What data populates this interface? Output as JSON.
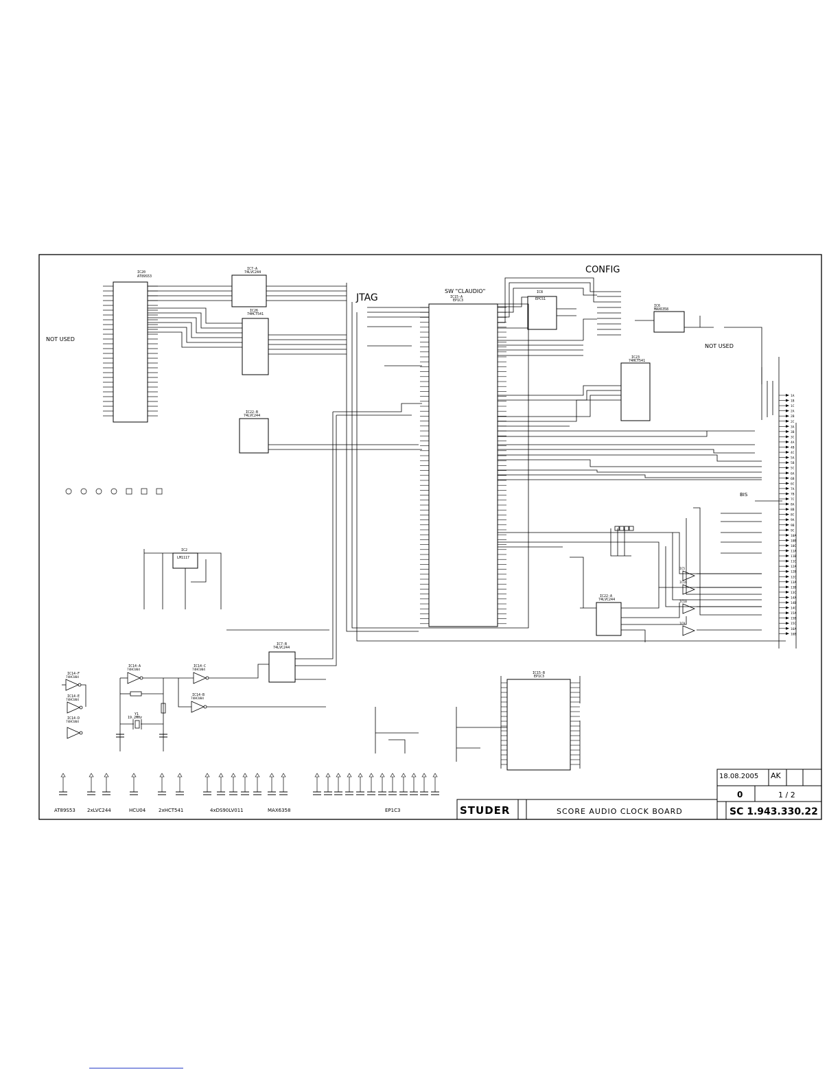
{
  "headings": {
    "config": "CONFIG",
    "jtag": "JTAG",
    "sw": "SW \"CLAUDIO\"",
    "not_used_1": "NOT USED",
    "not_used_2": "NOT USED",
    "bis": "BIS"
  },
  "components": {
    "ic20": {
      "ref": "IC20",
      "part": "AT89S53"
    },
    "ic7a": {
      "ref": "IC7-A",
      "part": "74LVC244"
    },
    "ic26": {
      "ref": "IC26",
      "part": "74HCT541"
    },
    "ic22b": {
      "ref": "IC22-B",
      "part": "74LVC244"
    },
    "ic15a": {
      "ref": "IC15-A",
      "part": "EP1C3"
    },
    "ic8": {
      "ref": "IC8",
      "part": "EPCS1"
    },
    "ic23": {
      "ref": "IC23",
      "part": "74HCT541"
    },
    "ic2": {
      "ref": "IC2",
      "part": "LM1117"
    },
    "ic7b": {
      "ref": "IC7-B",
      "part": "74LVC244"
    },
    "ic22a": {
      "ref": "IC22-A",
      "part": "74LVC244"
    },
    "ic15b": {
      "ref": "IC15-B",
      "part": "EP1C3"
    },
    "ic6": {
      "ref": "IC6",
      "part": "MAX6358"
    },
    "ic14f": {
      "ref": "IC14-F",
      "part": "74HCU04"
    },
    "ic14e": {
      "ref": "IC14-E",
      "part": "74HCU04"
    },
    "ic14d": {
      "ref": "IC14-D",
      "part": "74HCU04"
    },
    "ic14a": {
      "ref": "IC14-A",
      "part": "74HCU04"
    },
    "ic14c": {
      "ref": "IC14-C",
      "part": "74HCU04"
    },
    "ic14b": {
      "ref": "IC14-B",
      "part": "74HCU04"
    },
    "crystal": {
      "ref": "Y1",
      "value": "19.2MHz"
    },
    "ic_ds90": [
      "IC5",
      "IC19",
      "IC10",
      "IC9"
    ]
  },
  "decoupling_groups": [
    "AT89S53",
    "2xLVC244",
    "HCU04",
    "2xHCT541",
    "4xDS90LV011",
    "MAX6358",
    "EP1C3"
  ],
  "connector_pins": [
    "1A",
    "1B",
    "1C",
    "2A",
    "2B",
    "2C",
    "3A",
    "3B",
    "3C",
    "4A",
    "4B",
    "4C",
    "5A",
    "5B",
    "5C",
    "6A",
    "6B",
    "6C",
    "7A",
    "7B",
    "7C",
    "8A",
    "8B",
    "8C",
    "9A",
    "9B",
    "9C",
    "10A",
    "10B",
    "10C",
    "11A",
    "11B",
    "11C",
    "12A",
    "12B",
    "12C",
    "13A",
    "13B",
    "13C",
    "14A",
    "14B",
    "14C",
    "15A",
    "15B",
    "15C",
    "16A",
    "16B"
  ],
  "title_block": {
    "date": "18.08.2005",
    "author": "AK",
    "revision": "0",
    "page": "1 / 2",
    "company": "STUDER",
    "title": "SCORE AUDIO CLOCK BOARD",
    "doc_number": "SC 1.943.330.22"
  }
}
